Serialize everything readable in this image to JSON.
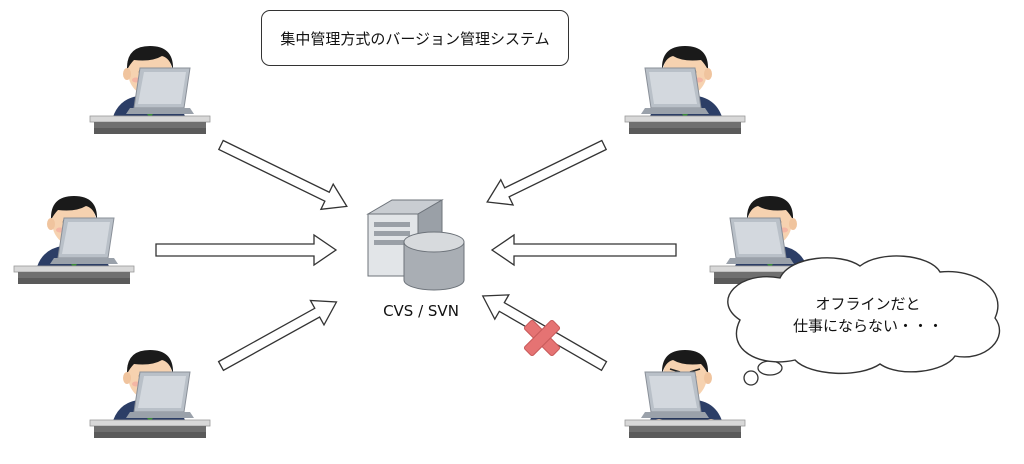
{
  "diagram": {
    "title": "集中管理方式のバージョン管理システム",
    "server": {
      "label": "CVS / SVN",
      "icon": "server-database-icon"
    },
    "users": [
      {
        "id": "user-top-left",
        "state": "online",
        "mood": "smile"
      },
      {
        "id": "user-middle-left",
        "state": "online",
        "mood": "smile"
      },
      {
        "id": "user-bottom-left",
        "state": "online",
        "mood": "smile"
      },
      {
        "id": "user-top-right",
        "state": "online",
        "mood": "smile"
      },
      {
        "id": "user-middle-right",
        "state": "online",
        "mood": "smile"
      },
      {
        "id": "user-bottom-right",
        "state": "offline",
        "mood": "troubled"
      }
    ],
    "thought_bubble": {
      "lines": [
        "オフラインだと",
        "仕事にならない・・・"
      ]
    },
    "colors": {
      "arrow_fill": "#ffffff",
      "arrow_stroke": "#333333",
      "cross": "#e57373",
      "suit": "#2c3e66",
      "tie": "#3a8a3a"
    }
  }
}
